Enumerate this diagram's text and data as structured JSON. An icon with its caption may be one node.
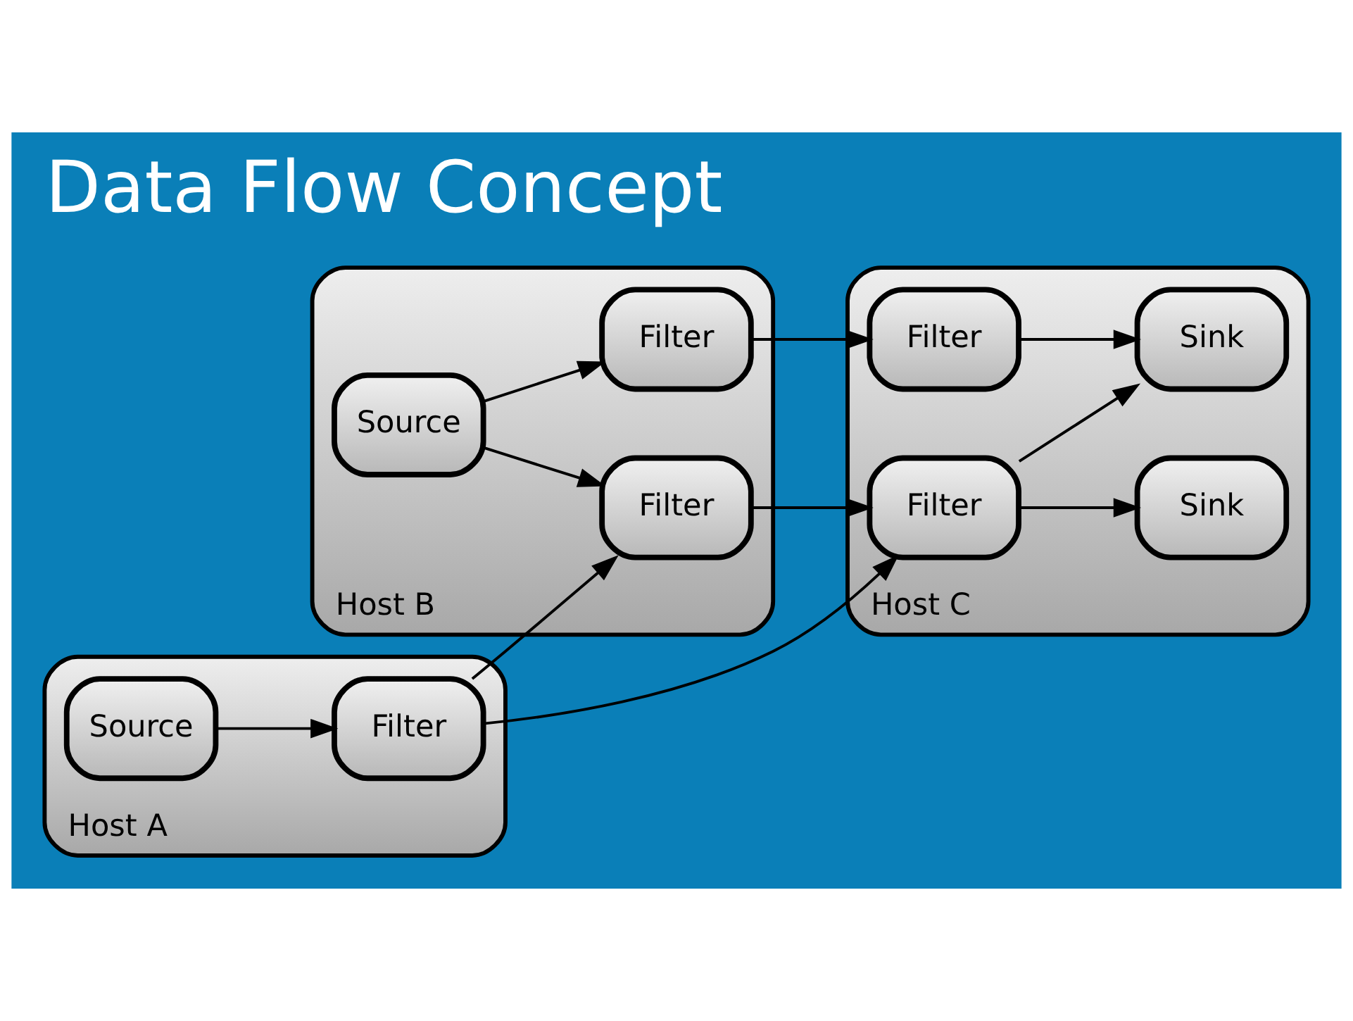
{
  "diagram": {
    "title": "Data Flow Concept",
    "nodes": [
      {
        "text": [
          "Host A"
        ]
      },
      {
        "text": [
          "Source"
        ],
        "in": 0
      },
      {
        "text": [
          "Filter"
        ],
        "in": 0
      },
      {
        "text": [
          "Host B"
        ]
      },
      {
        "text": [
          "Source"
        ],
        "in": 3
      },
      {
        "text": [
          "Filter"
        ],
        "in": 3
      },
      {
        "text": [
          "Filter"
        ],
        "in": 3
      },
      {
        "text": [
          "Host C"
        ]
      },
      {
        "text": [
          "Filter"
        ],
        "in": 7
      },
      {
        "text": [
          "Filter"
        ],
        "in": 7
      },
      {
        "text": [
          "Sink"
        ],
        "in": 7
      },
      {
        "text": [
          "Sink"
        ],
        "in": 7
      }
    ],
    "edges": [
      {
        "from": 1,
        "to": 2,
        "arrow": "to"
      },
      {
        "from": 2,
        "to": 8,
        "arrow": "to"
      },
      {
        "from": 2,
        "to": 5,
        "arrow": "to"
      },
      {
        "from": 4,
        "to": 5,
        "arrow": "to"
      },
      {
        "from": 4,
        "to": 6,
        "arrow": "to"
      },
      {
        "from": 5,
        "to": 8,
        "arrow": "to"
      },
      {
        "from": 6,
        "to": 9,
        "arrow": "to"
      },
      {
        "from": 8,
        "to": 10,
        "arrow": "to"
      },
      {
        "from": 8,
        "to": 11,
        "arrow": "to"
      },
      {
        "from": 9,
        "to": 11,
        "arrow": "to"
      }
    ]
  }
}
